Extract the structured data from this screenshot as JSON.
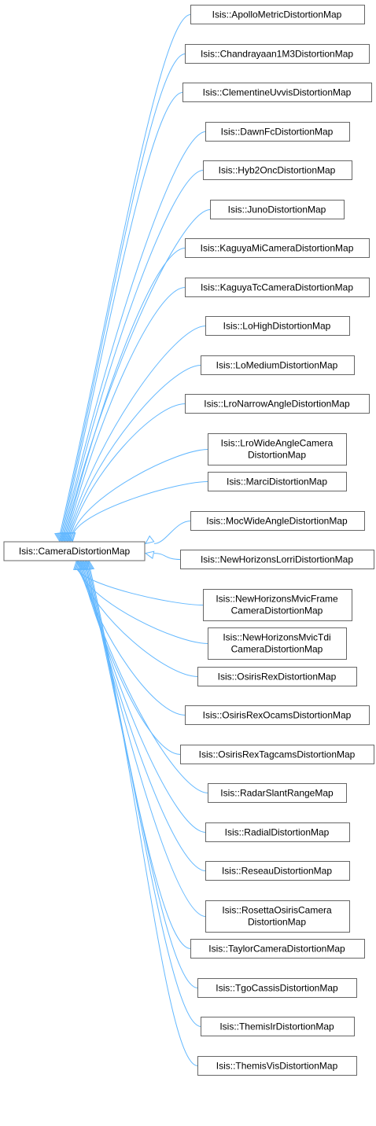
{
  "base": {
    "label": "Isis::CameraDistortionMap"
  },
  "edge_color": "#63b8ff",
  "subclasses": [
    {
      "lines": [
        "Isis::ApolloMetricDistortionMap"
      ]
    },
    {
      "lines": [
        "Isis::Chandrayaan1M3DistortionMap"
      ]
    },
    {
      "lines": [
        "Isis::ClementineUvvisDistortionMap"
      ]
    },
    {
      "lines": [
        "Isis::DawnFcDistortionMap"
      ]
    },
    {
      "lines": [
        "Isis::Hyb2OncDistortionMap"
      ]
    },
    {
      "lines": [
        "Isis::JunoDistortionMap"
      ]
    },
    {
      "lines": [
        "Isis::KaguyaMiCameraDistortionMap"
      ]
    },
    {
      "lines": [
        "Isis::KaguyaTcCameraDistortionMap"
      ]
    },
    {
      "lines": [
        "Isis::LoHighDistortionMap"
      ]
    },
    {
      "lines": [
        "Isis::LoMediumDistortionMap"
      ]
    },
    {
      "lines": [
        "Isis::LroNarrowAngleDistortionMap"
      ]
    },
    {
      "lines": [
        "Isis::LroWideAngleCamera",
        "DistortionMap"
      ]
    },
    {
      "lines": [
        "Isis::MarciDistortionMap"
      ]
    },
    {
      "lines": [
        "Isis::MocWideAngleDistortionMap"
      ]
    },
    {
      "lines": [
        "Isis::NewHorizonsLorriDistortionMap"
      ]
    },
    {
      "lines": [
        "Isis::NewHorizonsMvicFrame",
        "CameraDistortionMap"
      ]
    },
    {
      "lines": [
        "Isis::NewHorizonsMvicTdi",
        "CameraDistortionMap"
      ]
    },
    {
      "lines": [
        "Isis::OsirisRexDistortionMap"
      ]
    },
    {
      "lines": [
        "Isis::OsirisRexOcamsDistortionMap"
      ]
    },
    {
      "lines": [
        "Isis::OsirisRexTagcamsDistortionMap"
      ]
    },
    {
      "lines": [
        "Isis::RadarSlantRangeMap"
      ]
    },
    {
      "lines": [
        "Isis::RadialDistortionMap"
      ]
    },
    {
      "lines": [
        "Isis::ReseauDistortionMap"
      ]
    },
    {
      "lines": [
        "Isis::RosettaOsirisCamera",
        "DistortionMap"
      ]
    },
    {
      "lines": [
        "Isis::TaylorCameraDistortionMap"
      ]
    },
    {
      "lines": [
        "Isis::TgoCassisDistortionMap"
      ]
    },
    {
      "lines": [
        "Isis::ThemisIrDistortionMap"
      ]
    },
    {
      "lines": [
        "Isis::ThemisVisDistortionMap"
      ]
    }
  ]
}
